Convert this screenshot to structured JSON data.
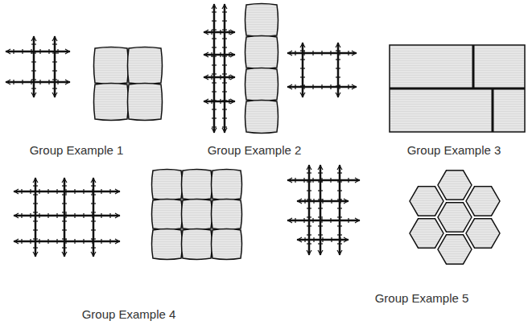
{
  "diagram": {
    "labels": [
      "Group Example 1",
      "Group Example 2",
      "Group Example 3",
      "Group Example 4",
      "Group Example 5"
    ]
  }
}
